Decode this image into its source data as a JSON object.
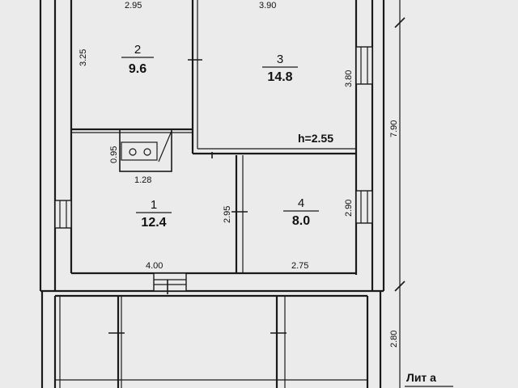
{
  "rooms": [
    {
      "number": "1",
      "area": "12.4"
    },
    {
      "number": "2",
      "area": "9.6"
    },
    {
      "number": "3",
      "area": "14.8"
    },
    {
      "number": "4",
      "area": "8.0"
    }
  ],
  "dimensions": {
    "room2_width": "2.95",
    "room3_width": "3.90",
    "room2_height": "3.25",
    "room3_height": "3.80",
    "overall_height": "7.90",
    "stove_height": "0.95",
    "stove_width": "1.28",
    "room1_width": "4.00",
    "room4_width": "2.75",
    "room1_height": "2.95",
    "room4_height": "2.90",
    "annex_height": "2.80"
  },
  "ceiling_height": "h=2.55",
  "annex_label": "Лит а"
}
